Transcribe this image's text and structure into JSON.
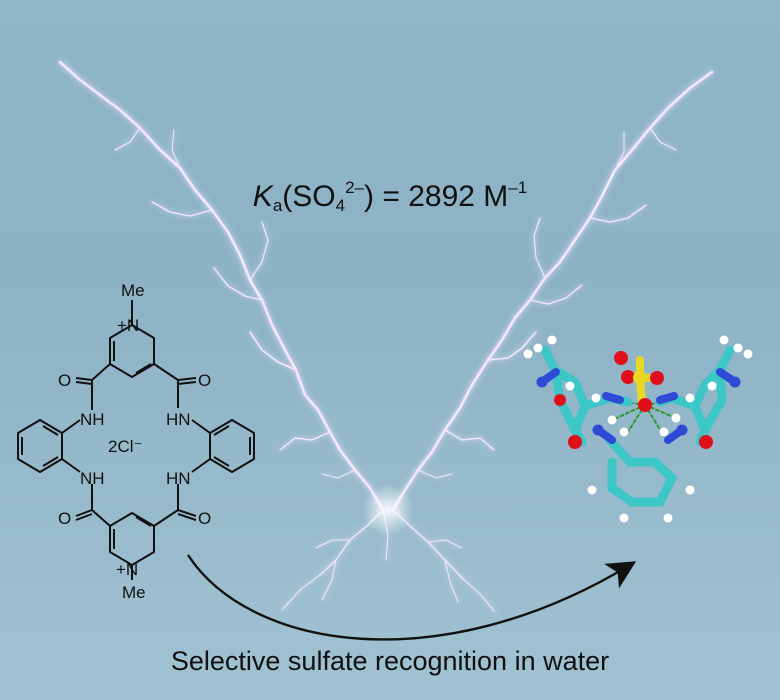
{
  "equation": {
    "symbol": "K",
    "symbol_sub": "a",
    "ion_open": "(SO",
    "ion_sub": "4",
    "ion_sup": "2–",
    "ion_close": ")",
    "rest": " = 2892 M",
    "unit_sup": "–1"
  },
  "caption": "Selective sulfate recognition in water",
  "structure": {
    "methyl_top": "Me",
    "methyl_bottom": "Me",
    "n_plus_top": "+N",
    "n_plus_bottom": "+N",
    "oxygen": "O",
    "amide_nh": "NH",
    "amide_hn": "HN",
    "counterion": "2Cl⁻"
  },
  "colors": {
    "background": "#8fb5c8",
    "lightning": "#f4e6ff",
    "carbon": "#3cc6c6",
    "nitrogen": "#2d4bd6",
    "oxygen": "#e0101a",
    "sulfur": "#e8d824",
    "hydrogen": "#ffffff",
    "hbond": "#2a9a2a"
  }
}
